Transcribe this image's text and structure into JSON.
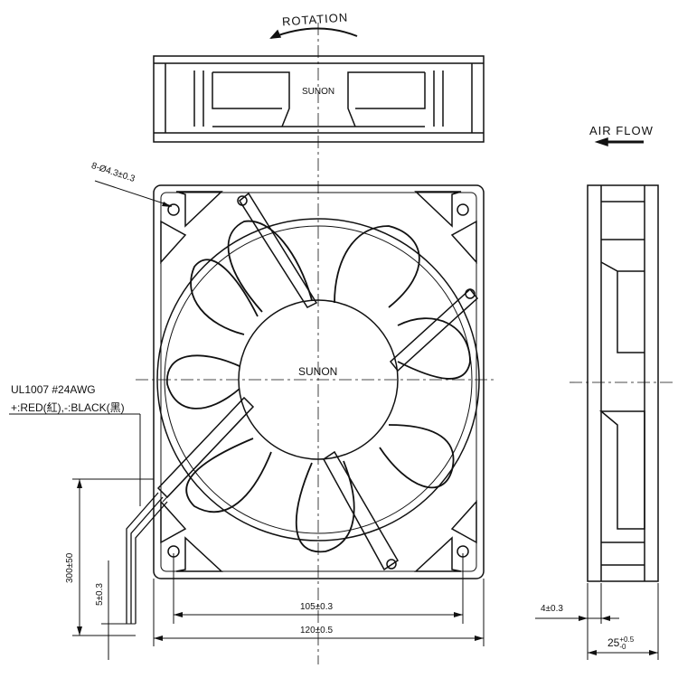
{
  "rotation_label": "ROTATION",
  "airflow_label": "AIR FLOW",
  "brand_top": "SUNON",
  "brand_hub": "SUNON",
  "hole_spec": "8-Ø4.3±0.3",
  "wire_spec": "UL1007  #24AWG",
  "wire_colors": "+:RED(紅),-:BLACK(黑)",
  "dim_hole_spacing": "105±0.3",
  "dim_width": "120±0.5",
  "dim_lead_length": "300±50",
  "dim_strip": "5±0.3",
  "dim_flange": "4±0.3",
  "dim_depth": "25",
  "dim_depth_tol_upper": "+0.5",
  "dim_depth_tol_lower": "-0"
}
